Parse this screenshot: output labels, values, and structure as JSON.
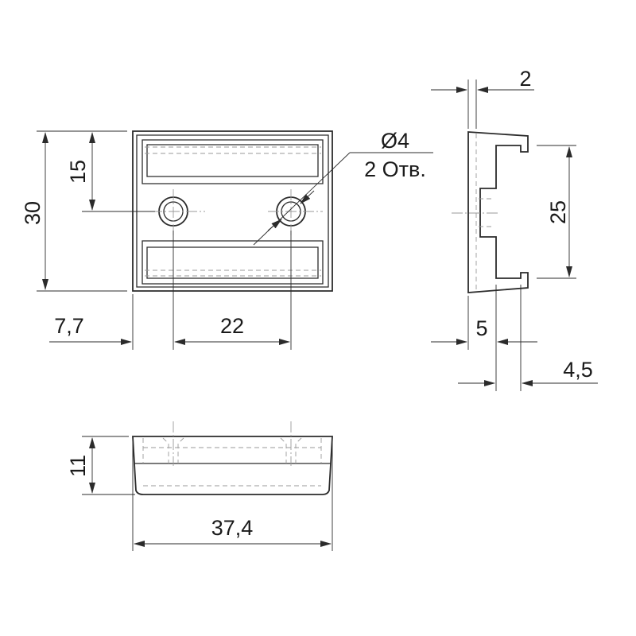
{
  "dimensions": {
    "height_total": "30",
    "height_half": "15",
    "offset_left": "7,7",
    "hole_spacing": "22",
    "hole_diameter": "Ø4",
    "hole_count": "2 Отв.",
    "side_thickness": "2",
    "side_span": "25",
    "side_depth": "5",
    "side_lip": "4,5",
    "bottom_height": "11",
    "bottom_width": "37,4"
  },
  "colors": {
    "line": "#2b2b2b",
    "hidden": "#9a9a9a",
    "text": "#1a1a1a"
  }
}
